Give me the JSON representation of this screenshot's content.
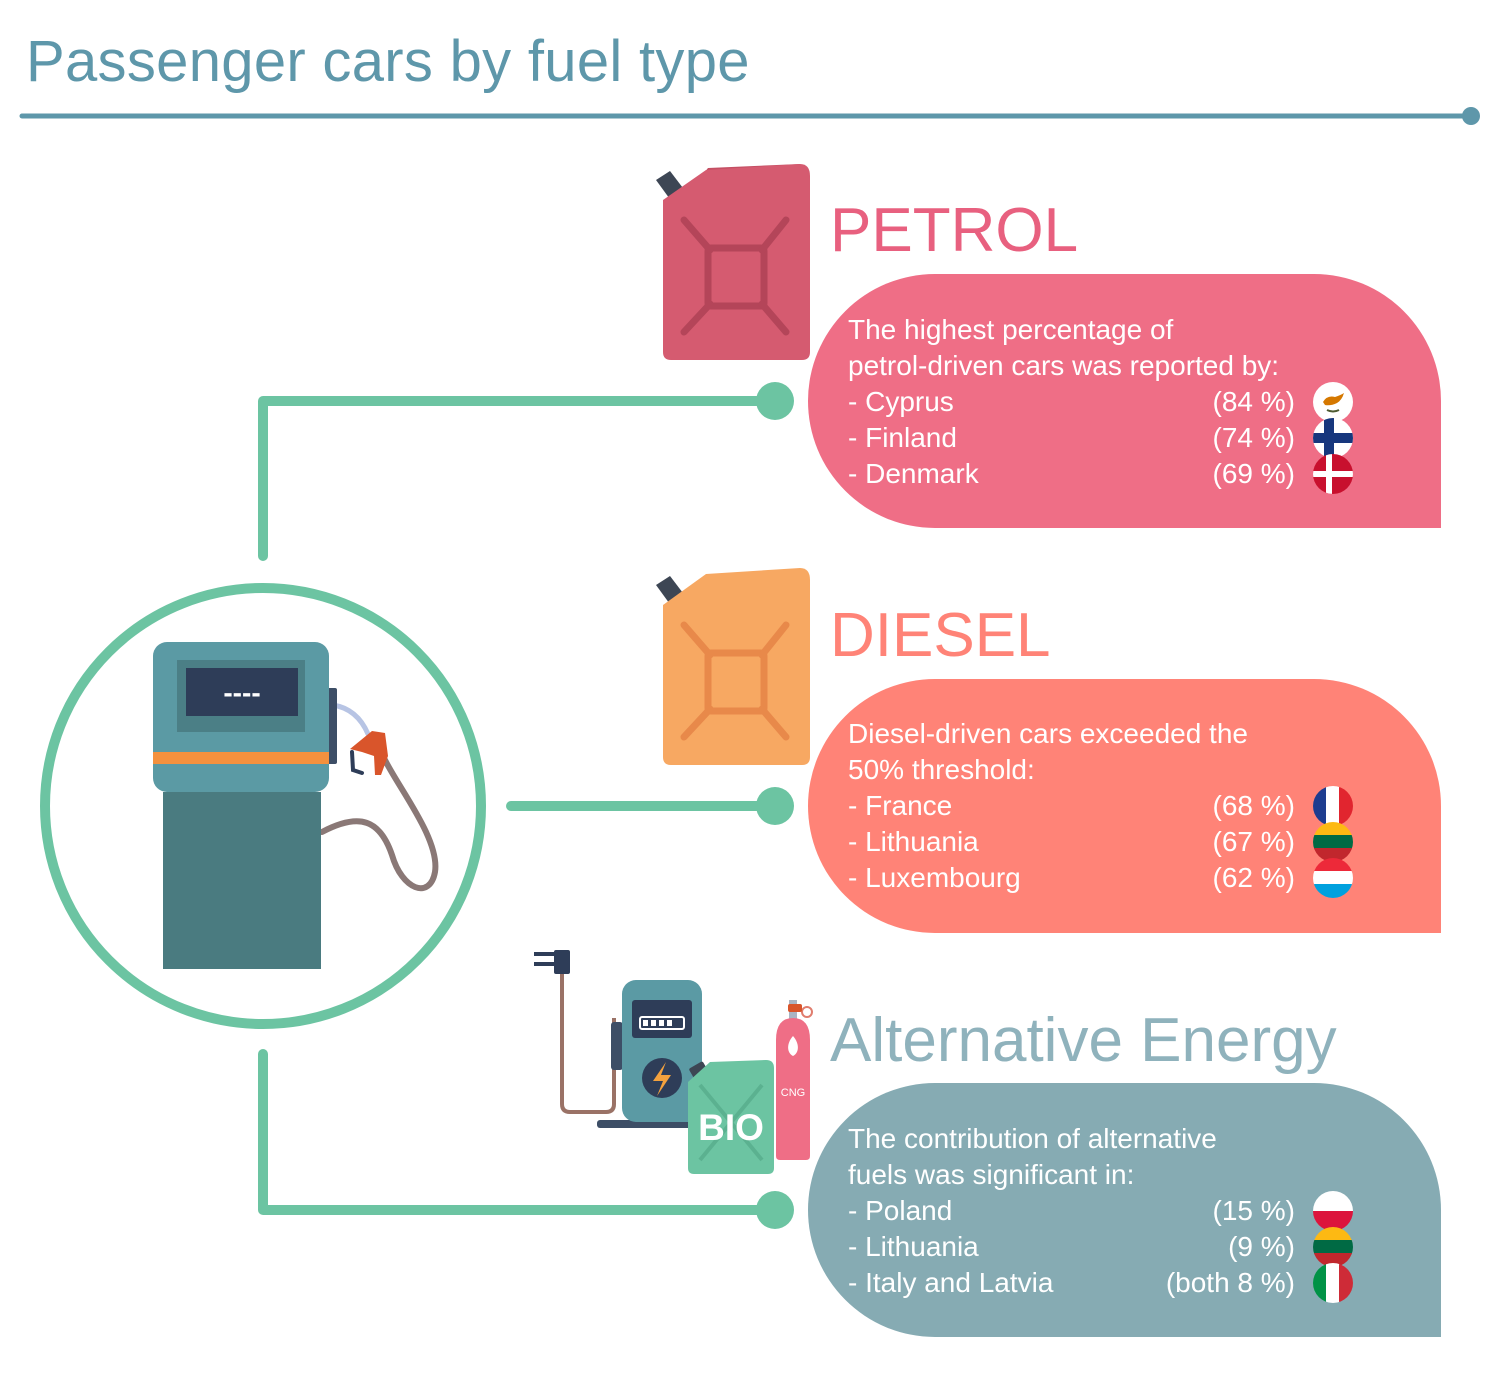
{
  "title": "Passenger cars by fuel type",
  "colors": {
    "title": "#5e97aa",
    "connector": "#6cc4a2",
    "petrol_panel": "#ef6e86",
    "diesel_panel": "#ff8377",
    "alternative_panel": "#86abb3",
    "petrol_title": "#e8607f",
    "diesel_title": "#ff8377",
    "alternative_title": "#8fb2bc"
  },
  "sections": {
    "petrol": {
      "title": "PETROL",
      "icon": "jerrycan-icon",
      "intro": [
        "The highest percentage of",
        "petrol-driven cars was reported by:"
      ],
      "items": [
        {
          "name": "- Cyprus",
          "value": "(84 %)",
          "flag": "cyprus-flag-icon"
        },
        {
          "name": "- Finland",
          "value": "(74 %)",
          "flag": "finland-flag-icon"
        },
        {
          "name": "- Denmark",
          "value": "(69 %)",
          "flag": "denmark-flag-icon"
        }
      ]
    },
    "diesel": {
      "title": "DIESEL",
      "icon": "jerrycan-icon",
      "intro": [
        "Diesel-driven cars exceeded the",
        "50% threshold:"
      ],
      "items": [
        {
          "name": "- France",
          "value": "(68 %)",
          "flag": "france-flag-icon"
        },
        {
          "name": "- Lithuania",
          "value": "(67 %)",
          "flag": "lithuania-flag-icon"
        },
        {
          "name": "- Luxembourg",
          "value": "(62 %)",
          "flag": "luxembourg-flag-icon"
        }
      ]
    },
    "alternative": {
      "title": "Alternative Energy",
      "icon": "alternative-fuels-icon",
      "intro": [
        "The contribution of alternative",
        "fuels was significant in:"
      ],
      "items": [
        {
          "name": "- Poland",
          "value": "(15 %)",
          "flag": "poland-flag-icon"
        },
        {
          "name": "- Lithuania",
          "value": "(9 %)",
          "flag": "lithuania-flag-icon"
        },
        {
          "name": "- Italy and Latvia",
          "value": "(both 8 %)",
          "flag": "italy-flag-icon"
        }
      ]
    }
  },
  "illustration": {
    "pump_display": "----",
    "bio_label": "BIO",
    "cng_label": "CNG"
  }
}
